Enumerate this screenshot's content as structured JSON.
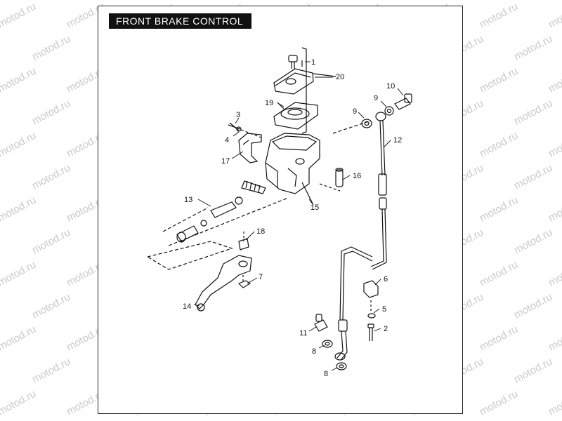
{
  "title": "FRONT BRAKE CONTROL",
  "watermark": "motod.ru",
  "callouts": {
    "c1": "1",
    "c2": "2",
    "c3": "3",
    "c4": "4",
    "c5": "5",
    "c6": "6",
    "c7": "7",
    "c8a": "8",
    "c8b": "8",
    "c9a": "9",
    "c9b": "9",
    "c10": "10",
    "c11": "11",
    "c12": "12",
    "c13": "13",
    "c14": "14",
    "c15": "15",
    "c16": "16",
    "c17": "17",
    "c18": "18",
    "c19": "19",
    "c20": "20"
  }
}
